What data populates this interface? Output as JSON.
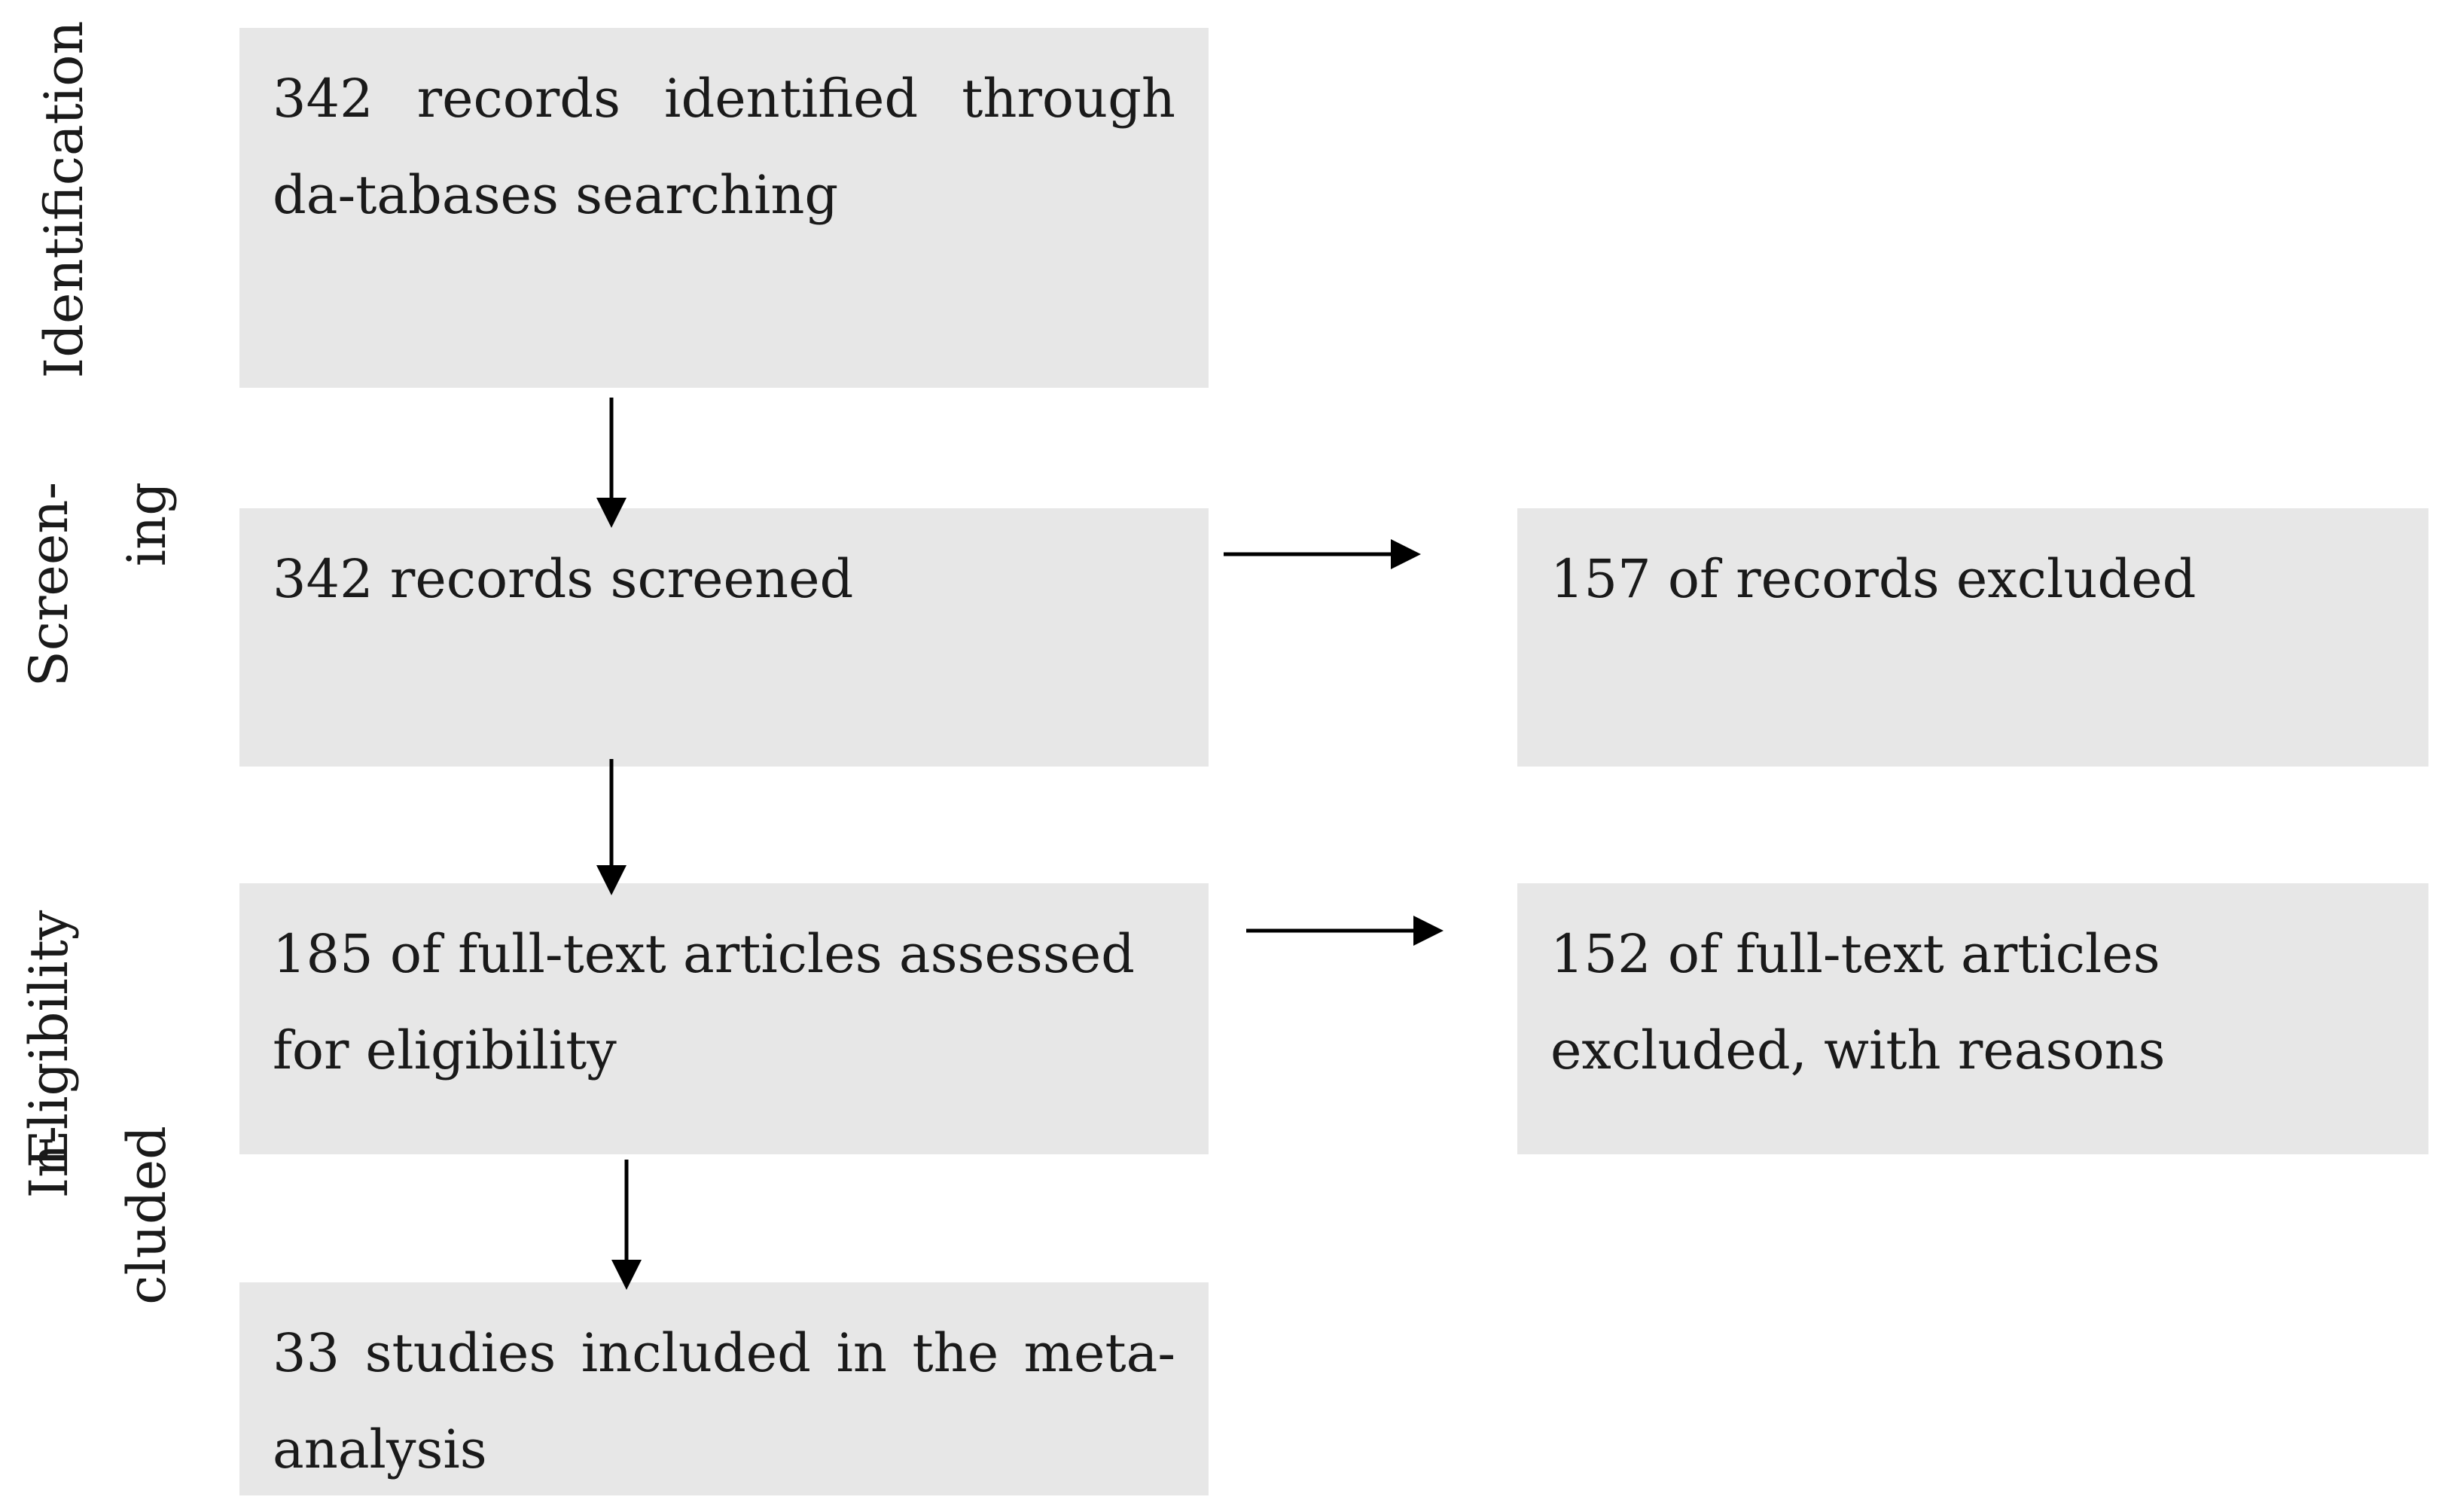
{
  "stages": {
    "identification": "Identification",
    "screening_line1": "Screen-",
    "screening_line2": "ing",
    "eligibility": "Eligibility",
    "included_line1": "In-",
    "included_line2": "cluded"
  },
  "boxes": {
    "identified": "342 records identified through da-tabases searching",
    "screened": "342 records screened",
    "excluded_records": "157 of records excluded",
    "assessed": "185 of full-text articles assessed for eligibility",
    "excluded_fulltext": "152 of full-text articles excluded, with reasons",
    "included": "33 studies included in the meta-analysis"
  }
}
